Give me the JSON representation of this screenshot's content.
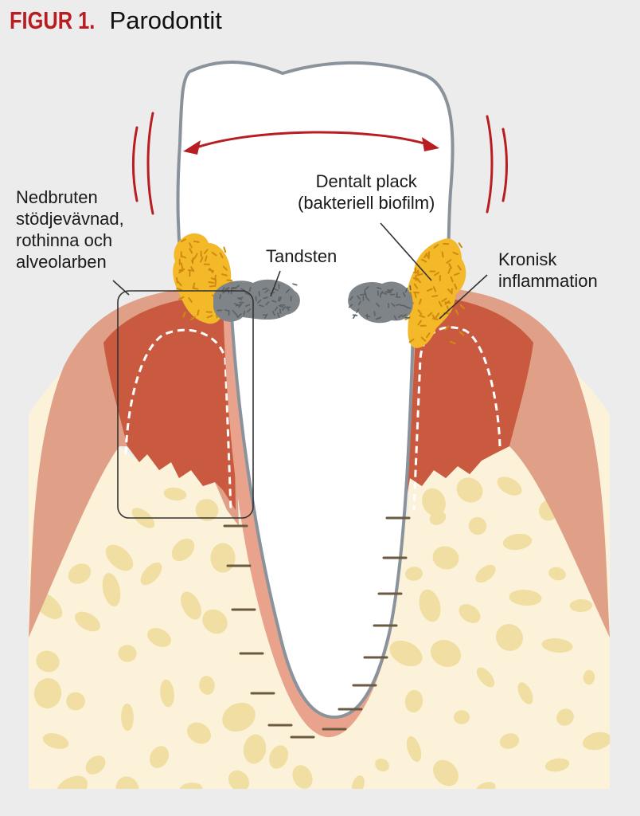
{
  "title": {
    "figure_label": "FIGUR 1.",
    "text": "Parodontit"
  },
  "labels": {
    "nedbruten": [
      "Nedbruten",
      "stödjevävnad,",
      "rothinna och",
      "alveolarben"
    ],
    "tandsten": "Tandsten",
    "dentalt_plack": [
      "Dentalt plack",
      "(bakteriell biofilm)"
    ],
    "kronisk": [
      "Kronisk",
      "inflammation"
    ]
  },
  "colors": {
    "background": "#ececec",
    "bone": "#fbf2d9",
    "bone_spots": "#f0dea2",
    "gum_outer": "#dfa087",
    "gum_inner": "#c95a40",
    "tooth": "#ffffff",
    "tooth_outline": "#8a939c",
    "plaque": "#f3b928",
    "calculus": "#7f8489",
    "accent_red": "#b81d22"
  },
  "icons": [
    "tooth-mobility-arrow",
    "motion-lines",
    "periodontal-ligament-fibers"
  ]
}
